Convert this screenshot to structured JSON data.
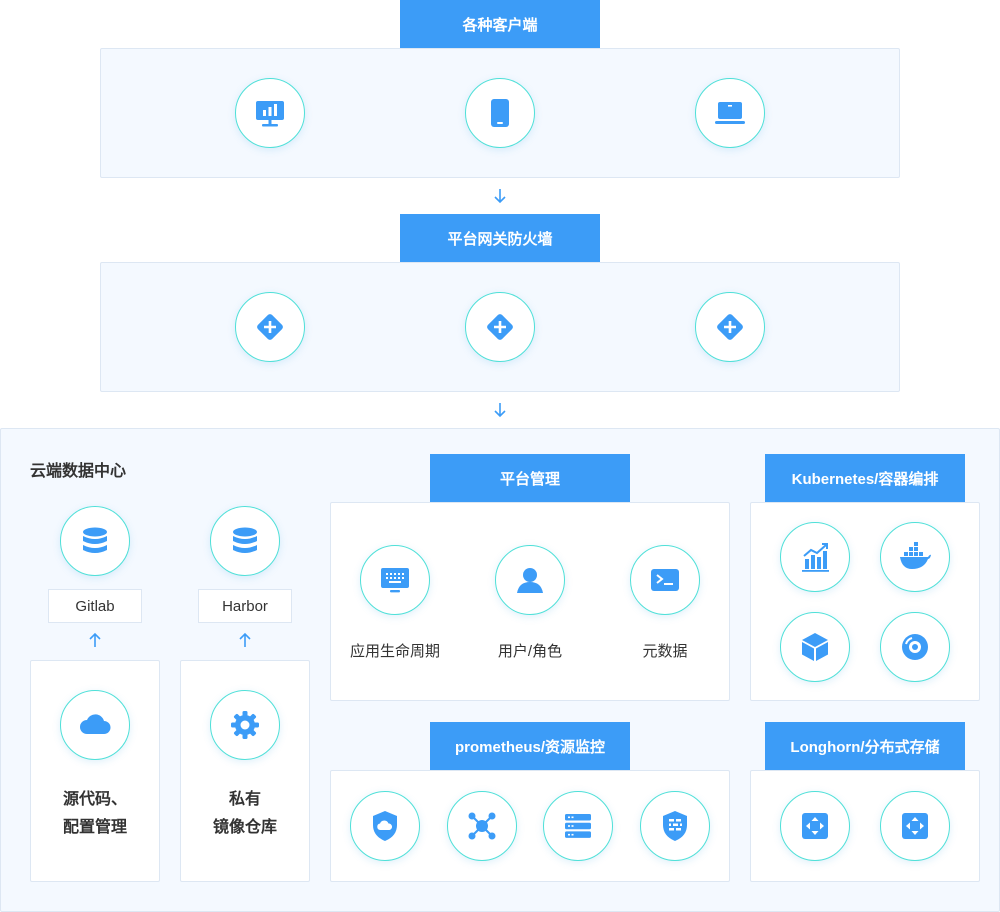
{
  "clients": {
    "title": "各种客户端",
    "icons": [
      "presentation-chart-icon",
      "tablet-icon",
      "laptop-icon"
    ]
  },
  "gateway": {
    "title": "平台网关防火墙",
    "icons": [
      "route-diamond-icon",
      "route-diamond-icon",
      "route-diamond-icon"
    ]
  },
  "datacenter": {
    "title": "云端数据中心",
    "gitlab": {
      "label": "Gitlab",
      "caption_line1": "源代码、",
      "caption_line2": "配置管理"
    },
    "harbor": {
      "label": "Harbor",
      "caption_line1": "私有",
      "caption_line2": "镜像仓库"
    }
  },
  "platform": {
    "title": "平台管理",
    "items": [
      {
        "label": "应用生命周期",
        "icon": "keyboard-screen-icon"
      },
      {
        "label": "用户/角色",
        "icon": "user-icon"
      },
      {
        "label": "元数据",
        "icon": "terminal-icon"
      }
    ]
  },
  "kubernetes": {
    "title": "Kubernetes/容器编排",
    "icons": [
      "trend-chart-icon",
      "docker-whale-icon",
      "cube-icon",
      "disc-icon"
    ]
  },
  "prometheus": {
    "title": "prometheus/资源监控",
    "icons": [
      "shield-cloud-icon",
      "network-nodes-icon",
      "server-stack-icon",
      "firewall-shield-icon"
    ]
  },
  "longhorn": {
    "title": "Longhorn/分布式存储",
    "icons": [
      "expand-arrows-icon",
      "expand-arrows-icon"
    ]
  },
  "colors": {
    "accent": "#3c9cf7",
    "ring": "#4fe0d8",
    "panel": "#f4f9ff"
  }
}
